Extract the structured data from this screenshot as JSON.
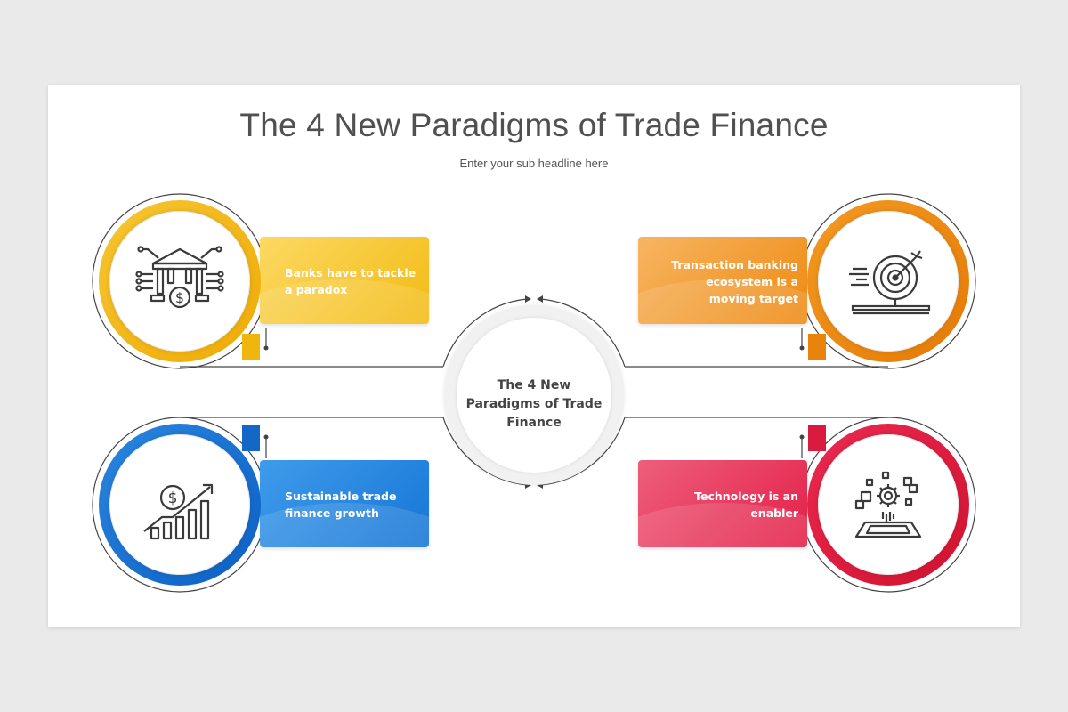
{
  "title": "The 4 New Paradigms of Trade Finance",
  "subtitle": "Enter your sub headline here",
  "center": {
    "text": "The 4 New Paradigms of Trade Finance"
  },
  "items": [
    {
      "text": "Banks have to tackle a paradox",
      "icon": "bank-dollar-network-icon",
      "color": "#f2bb14"
    },
    {
      "text": "Transaction banking ecosystem is a moving target",
      "icon": "target-arrow-icon",
      "color": "#ee8a12"
    },
    {
      "text": "Sustainable trade finance growth",
      "icon": "growth-chart-dollar-icon",
      "color": "#1676d6"
    },
    {
      "text": "Technology is an enabler",
      "icon": "gear-technology-icon",
      "color": "#e32048"
    }
  ],
  "colors": {
    "background": "#eaeaeb",
    "slide": "#ffffff",
    "title": "#505050",
    "line": "#444444"
  }
}
